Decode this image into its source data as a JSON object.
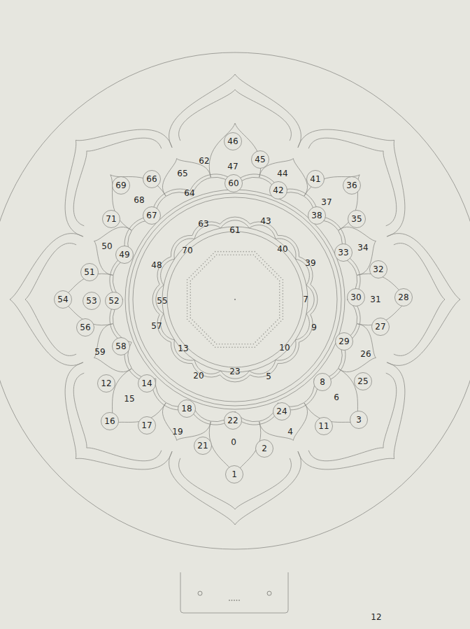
{
  "diagram": {
    "labels": [
      "46",
      "62",
      "47",
      "45",
      "44",
      "60",
      "42",
      "41",
      "36",
      "66",
      "65",
      "64",
      "69",
      "68",
      "67",
      "37",
      "38",
      "35",
      "71",
      "63",
      "61",
      "43",
      "40",
      "50",
      "49",
      "48",
      "70",
      "33",
      "34",
      "39",
      "32",
      "51",
      "54",
      "53",
      "52",
      "55",
      "7",
      "30",
      "31",
      "28",
      "56",
      "57",
      "9",
      "27",
      "29",
      "59",
      "58",
      "13",
      "10",
      "26",
      "20",
      "23",
      "5",
      "12",
      "14",
      "8",
      "25",
      "15",
      "6",
      "18",
      "24",
      "16",
      "17",
      "19",
      "22",
      "4",
      "11",
      "3",
      "21",
      "0",
      "2",
      "1",
      "12"
    ]
  }
}
